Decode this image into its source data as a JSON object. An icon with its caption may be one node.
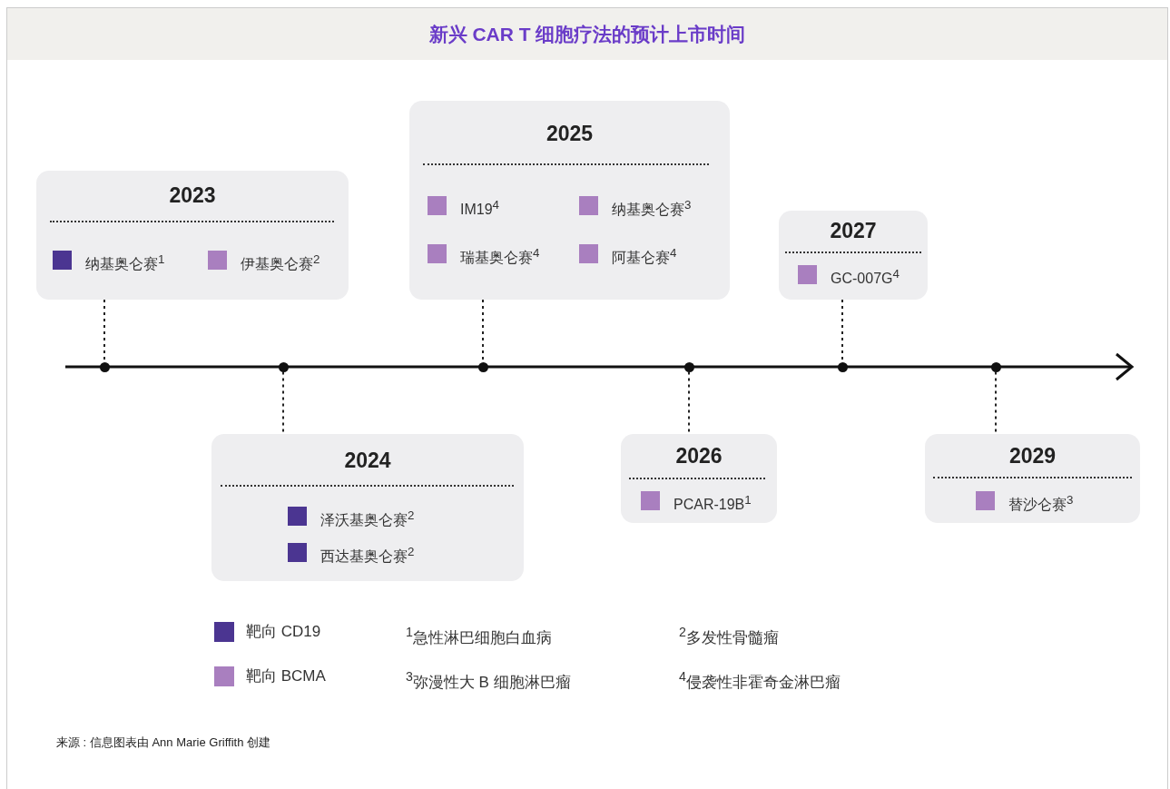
{
  "diagram": {
    "title": "新兴 CAR T 细胞疗法的预计上市时间",
    "nodes": [
      {
        "text": [
          "2023",
          "纳基奥仑赛$^{1}$",
          "伊基奥仑赛$^{2}$"
        ]
      },
      {
        "text": [
          "2024",
          "泽沃基奥仑赛$^{2}$",
          "西达基奥仑赛$^{2}$"
        ]
      },
      {
        "text": [
          "2025",
          "IM19$^{4}$",
          "纳基奥仑赛$^{3}$",
          "瑞基奥仑赛$^{4}$",
          "阿基仑赛$^{4}$"
        ]
      },
      {
        "text": [
          "2026",
          "PCAR-19B$^{1}$"
        ]
      },
      {
        "text": [
          "2027",
          "GC-007G$^{4}$"
        ]
      },
      {
        "text": [
          "2029",
          "替沙仑赛$^{3}$"
        ]
      },
      {
        "text": [],
        "shape": "circle"
      },
      {
        "text": [],
        "shape": "circle"
      },
      {
        "text": [],
        "shape": "circle"
      },
      {
        "text": [],
        "shape": "circle"
      },
      {
        "text": [],
        "shape": "circle"
      },
      {
        "text": [],
        "shape": "circle"
      }
    ],
    "edges": [
      {
        "from": 0,
        "to": 6,
        "arrow": "none",
        "style": "dashed"
      },
      {
        "from": 7,
        "to": 1,
        "arrow": "none",
        "style": "dashed"
      },
      {
        "from": 2,
        "to": 8,
        "arrow": "none",
        "style": "dashed"
      },
      {
        "from": 9,
        "to": 3,
        "arrow": "none",
        "style": "dashed"
      },
      {
        "from": 4,
        "to": 10,
        "arrow": "none",
        "style": "dashed"
      },
      {
        "from": 11,
        "to": 5,
        "arrow": "none",
        "style": "dashed"
      }
    ],
    "labels": [
      "$^{1}$急性淋巴细胞白血病",
      "$^{2}$多发性骨髓瘤",
      "$^{3}$弥漫性大 B 细胞淋巴瘤",
      "$^{4}$侵袭性非霍奇金淋巴瘤"
    ],
    "legend": [
      {
        "text": "靶向 CD19",
        "color": "#4b3591"
      },
      {
        "text": "靶向 BCMA",
        "color": "#a97fbf"
      }
    ],
    "caption": "来源 : 信息图表由 Ann Marie Griffith 创建"
  }
}
